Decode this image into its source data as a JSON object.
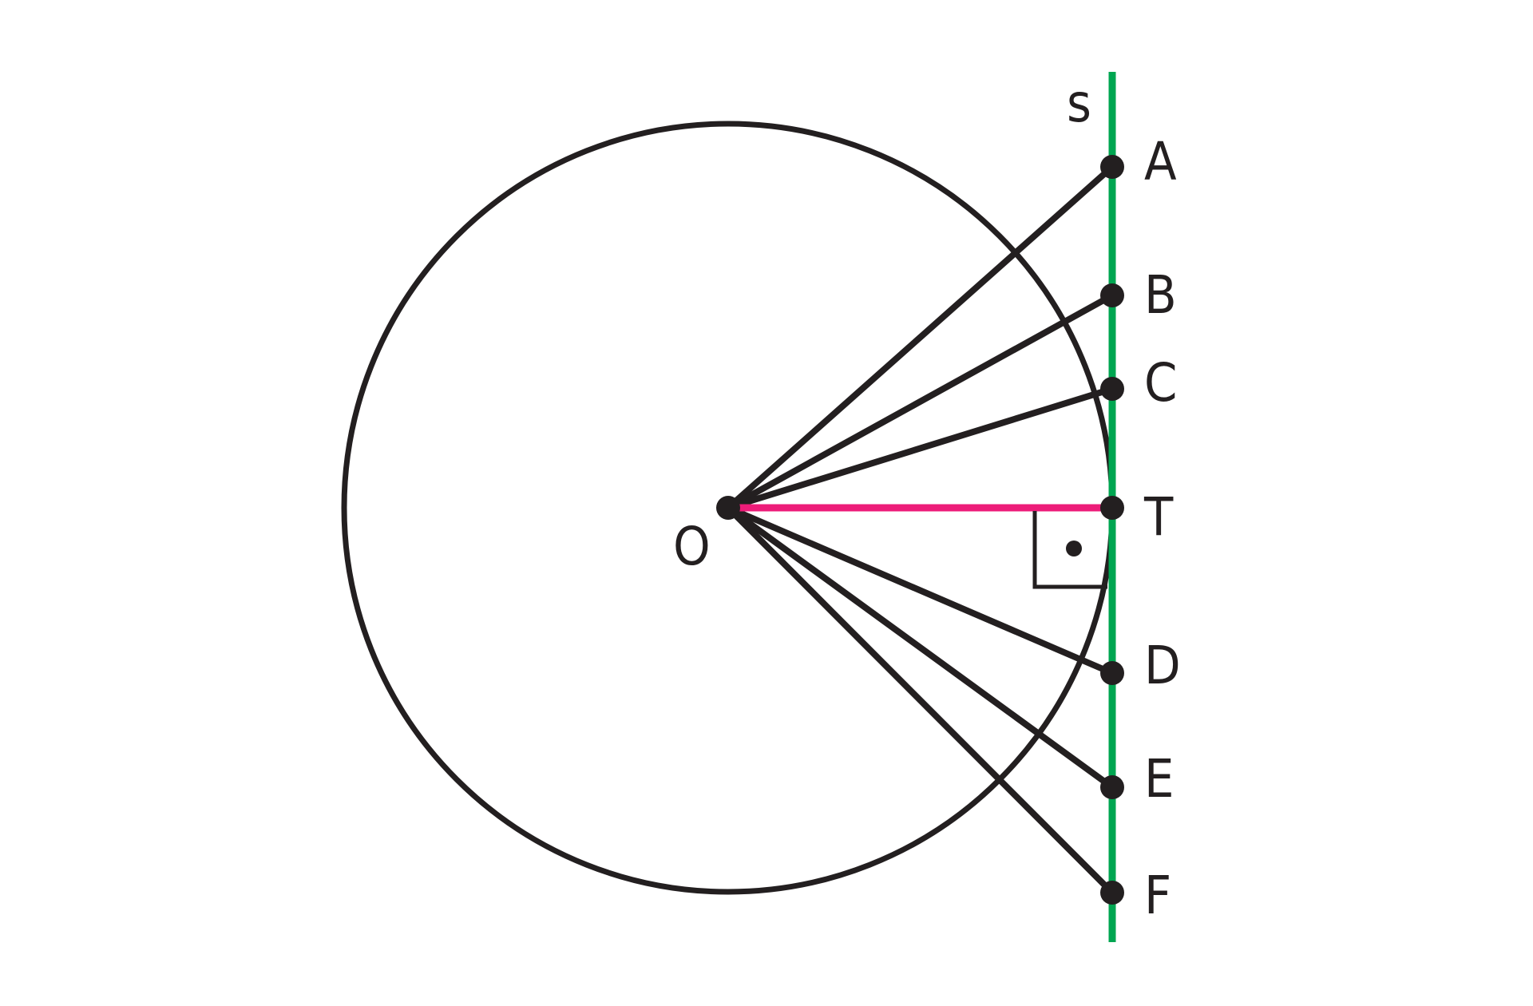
{
  "labels": {
    "line": "s",
    "center": "O",
    "tangent_point": "T",
    "points": [
      "A",
      "B",
      "C",
      "D",
      "E",
      "F"
    ]
  },
  "colors": {
    "stroke": "#231f20",
    "tangent_line": "#00a651",
    "radius": "#ed1c79",
    "background": "#ffffff"
  }
}
